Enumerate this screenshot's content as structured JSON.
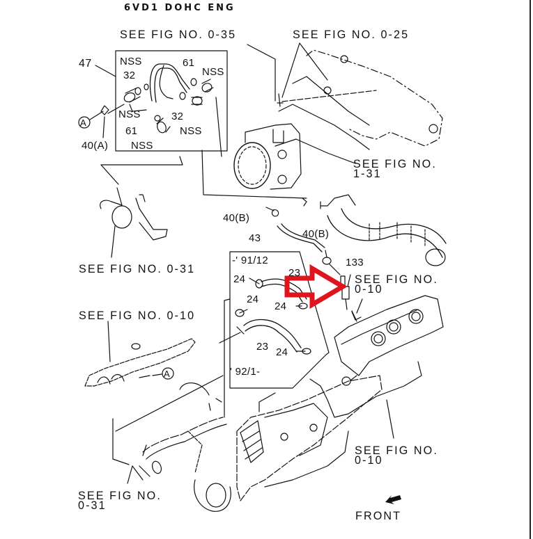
{
  "title": "6VD1 DOHC ENG",
  "references": {
    "fig_0_35": "SEE FIG NO. 0-35",
    "fig_0_25": "SEE FIG NO. 0-25",
    "fig_1_31_line1": "SEE FIG NO.",
    "fig_1_31_line2": "1-31",
    "fig_0_31_mid": "SEE FIG NO. 0-31",
    "fig_0_10_right_line1": "SEE FIG NO.",
    "fig_0_10_right_line2": "0-10",
    "fig_0_10_left": "SEE FIG NO. 0-10",
    "fig_0_10_bottom_line1": "SEE FIG NO.",
    "fig_0_10_bottom_line2": "0-10",
    "fig_0_31_bottom_line1": "SEE FIG NO.",
    "fig_0_31_bottom_line2": "0-31"
  },
  "inset_box": {
    "callout": "47",
    "labels": {
      "nss_top": "NSS",
      "p32_left": "32",
      "p61_top": "61",
      "nss_right_top": "NSS",
      "nss_left": "NSS",
      "p32_center": "32",
      "nss_center": "NSS",
      "p61_bottom": "61",
      "nss_bottom": "NSS"
    }
  },
  "parts": {
    "p40a": "40(A)",
    "marker_a_top": "A",
    "marker_a_bottom": "A",
    "p40b_left": "40(B)",
    "p43": "43",
    "p40b_right": "40(B)",
    "p133": "133"
  },
  "date_box": {
    "range_start": "-' 91/12",
    "range_end": "' 92/1-",
    "p23_top": "23",
    "p24_a": "24",
    "p24_b": "24",
    "p24_c": "24",
    "p23_bottom": "23",
    "p24_d": "24"
  },
  "front_label": "FRONT",
  "highlight": {
    "type": "arrow-outline",
    "color": "#e0141c",
    "points_to": "133"
  }
}
